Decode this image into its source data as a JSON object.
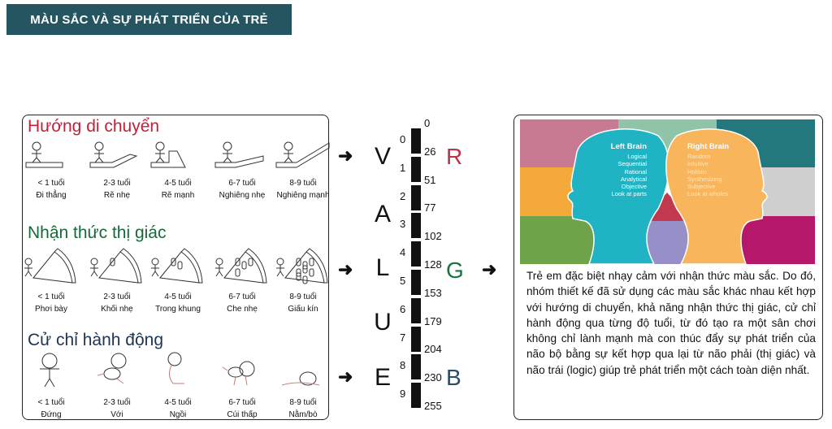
{
  "banner": {
    "title": "MÀU SẮC VÀ SỰ PHÁT TRIỂN CỦA TRẺ"
  },
  "sections": [
    {
      "title": "Hướng di chuyển",
      "color": "#c0203a",
      "items": [
        {
          "age": "< 1 tuổi",
          "label": "Đi thẳng"
        },
        {
          "age": "2-3 tuổi",
          "label": "Rẽ nhẹ"
        },
        {
          "age": "4-5 tuổi",
          "label": "Rẽ mạnh"
        },
        {
          "age": "6-7 tuổi",
          "label": "Nghiêng nhẹ"
        },
        {
          "age": "8-9 tuổi",
          "label": "Nghiêng mạnh"
        }
      ]
    },
    {
      "title": "Nhận thức thị giác",
      "color": "#17693a",
      "items": [
        {
          "age": "< 1 tuổi",
          "label": "Phơi bày"
        },
        {
          "age": "2-3 tuổi",
          "label": "Khối nhẹ"
        },
        {
          "age": "4-5 tuổi",
          "label": "Trong khung"
        },
        {
          "age": "6-7 tuổi",
          "label": "Che nhẹ"
        },
        {
          "age": "8-9 tuổi",
          "label": "Giấu kín"
        }
      ]
    },
    {
      "title": "Cử chỉ hành động",
      "color": "#1d3550",
      "items": [
        {
          "age": "< 1 tuổi",
          "label": "Đứng"
        },
        {
          "age": "2-3 tuổi",
          "label": "Với"
        },
        {
          "age": "4-5 tuổi",
          "label": "Ngồi"
        },
        {
          "age": "6-7 tuổi",
          "label": "Cúi thấp"
        },
        {
          "age": "8-9 tuổi",
          "label": "Nằm/bò"
        }
      ]
    }
  ],
  "scale": {
    "letters": [
      "V",
      "A",
      "L",
      "U",
      "E"
    ],
    "levels": [
      "0",
      "1",
      "2",
      "3",
      "4",
      "5",
      "6",
      "7",
      "8",
      "9"
    ],
    "values": [
      "0",
      "26",
      "51",
      "77",
      "102",
      "128",
      "153",
      "179",
      "204",
      "230",
      "255"
    ],
    "rgb": [
      {
        "label": "R",
        "color": "#c0304a"
      },
      {
        "label": "G",
        "color": "#17733f"
      },
      {
        "label": "B",
        "color": "#24506e"
      }
    ]
  },
  "brain": {
    "left_title": "Left Brain",
    "left_items": [
      "Logical",
      "Sequential",
      "Rational",
      "Analytical",
      "Objective",
      "Look at parts"
    ],
    "right_title": "Right Brain",
    "right_items": [
      "Random",
      "Intuitive",
      "Holistic",
      "Synthesizing",
      "Subjective",
      "Look at wholes"
    ]
  },
  "description": "Trẻ em đặc biệt nhạy cảm với nhận thức màu sắc. Do đó, nhóm thiết kế đã sử dụng các màu sắc khác nhau kết hợp với hướng di chuyển, khả năng nhận thức thị giác, cử chỉ hành động qua từng độ tuổi, từ đó tạo ra một sân chơi không chỉ lành mạnh mà con thúc đẩy sự phát triển của não bộ bằng sự  kết hợp qua lại từ não phải (thị giác) và não trái (logic) giúp trẻ phát triển một cách toàn diện nhất."
}
